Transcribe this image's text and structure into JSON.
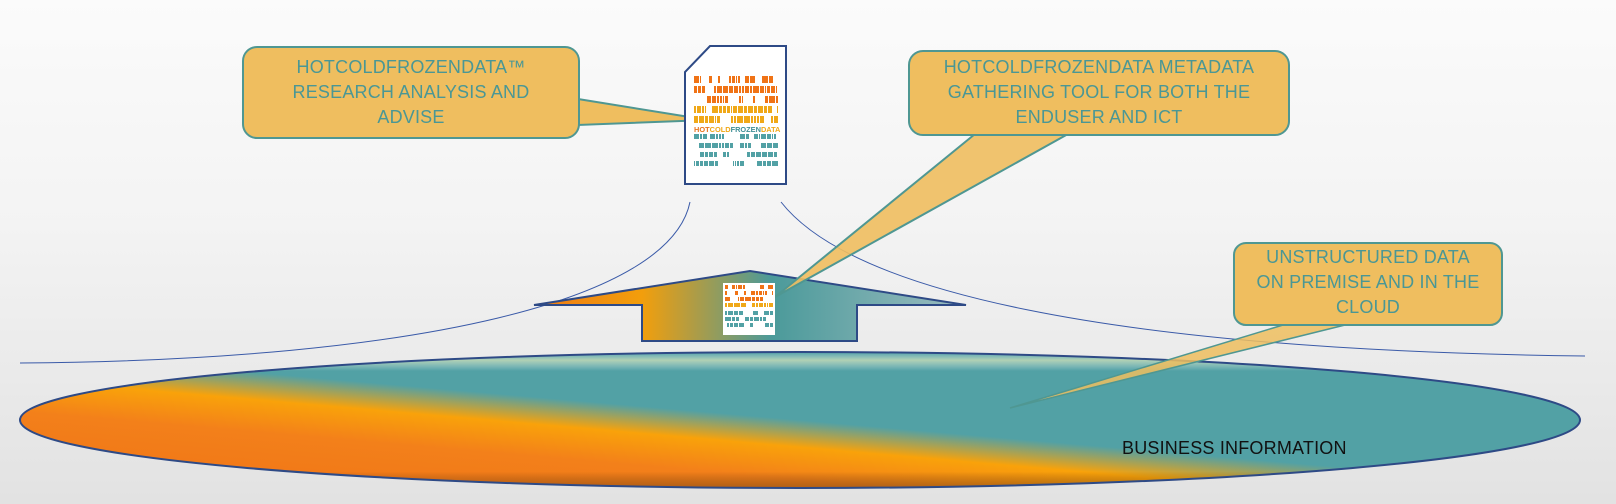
{
  "diagram": {
    "callouts": [
      {
        "id": "research",
        "lines": [
          "HOTCOLDFROZENDATA™",
          "RESEARCH ANALYSIS AND",
          "ADVISE"
        ]
      },
      {
        "id": "metadata-tool",
        "lines": [
          "HOTCOLDFROZENDATA METADATA",
          "GATHERING TOOL FOR BOTH THE",
          "ENDUSER AND ICT"
        ]
      },
      {
        "id": "unstructured",
        "lines": [
          "UNSTRUCTURED DATA",
          "ON PREMISE AND IN THE",
          "CLOUD"
        ]
      }
    ],
    "base_label": "BUSINESS INFORMATION",
    "logo": {
      "words": [
        "HOT",
        "COLD",
        "FROZEN",
        "DATA"
      ],
      "word_colors": [
        "#e8731c",
        "#f0a818",
        "#3e8f97",
        "#f0a818"
      ]
    },
    "colors": {
      "callout_fill": "#efbe5f",
      "callout_stroke": "#4f9792",
      "callout_text": "#4a9795",
      "hot": "#f07316",
      "warm": "#f9a20a",
      "cold": "#52a1a5",
      "outline": "#2e4a86",
      "connector": "#3a5aa8"
    }
  }
}
